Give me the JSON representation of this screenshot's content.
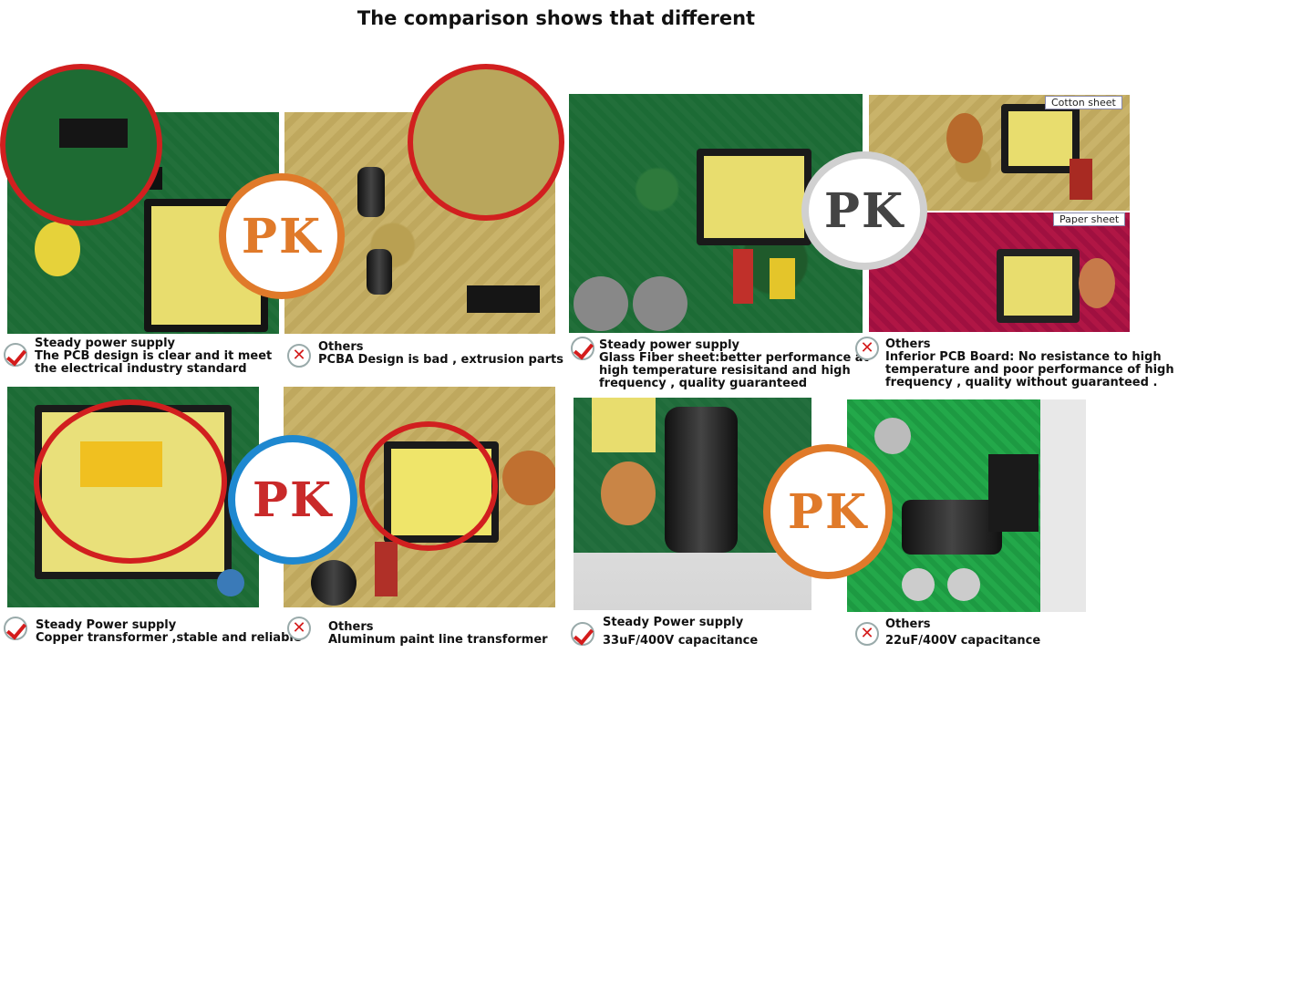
{
  "title": "The comparison shows that different",
  "badge_text": "PK",
  "colors": {
    "ring_red": "#d11f1f",
    "badge_orange": "#e07a2a",
    "badge_blue": "#1e88d0",
    "badge_gray": "#cccccc",
    "check_red": "#d41c1c"
  },
  "panels": [
    {
      "good_title": "Steady power supply",
      "good_lines": [
        "The PCB design is clear and it meet",
        "the electrical industry standard"
      ],
      "bad_title": "Others",
      "bad_lines": [
        "PCBA Design is bad , extrusion parts"
      ]
    },
    {
      "good_title": "Steady power supply",
      "good_lines": [
        "Glass Fiber sheet:better performance at",
        "high temperature resisitand and   high",
        "frequency , quality guaranteed"
      ],
      "bad_title": "Others",
      "bad_lines": [
        "Inferior PCB Board: No resistance to high",
        "temperature and poor performance of high",
        "frequency , quality without guaranteed ."
      ],
      "tags": [
        "Cotton sheet",
        "Paper sheet"
      ]
    },
    {
      "good_title": "Steady Power supply",
      "good_lines": [
        "Copper transformer ,stable and reliable"
      ],
      "bad_title": "Others",
      "bad_lines": [
        "Aluminum paint line transformer"
      ]
    },
    {
      "good_title": "Steady Power supply",
      "good_lines": [
        "33uF/400V capacitance"
      ],
      "bad_title": "Others",
      "bad_lines": [
        "22uF/400V capacitance"
      ]
    }
  ],
  "icons": {
    "good": "check-icon",
    "bad": "cross-icon"
  }
}
